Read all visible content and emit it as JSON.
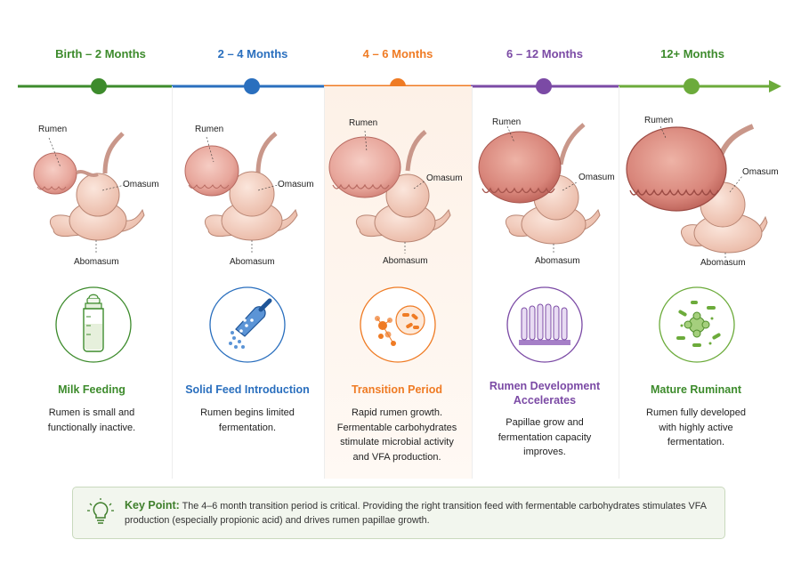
{
  "colors": {
    "green": "#3d8b2c",
    "blue": "#2a6fbe",
    "orange": "#ef7b24",
    "purple": "#7b4aa5",
    "lightgreen": "#6cab3b"
  },
  "stages": [
    {
      "period": "Birth – 2 Months",
      "labels": {
        "rumen": "Rumen",
        "omasum": "Omasum",
        "abomasum": "Abomasum"
      },
      "icon": "milk-bottle-icon",
      "title": "Milk Feeding",
      "desc": [
        "Rumen is small and",
        "functionally inactive."
      ]
    },
    {
      "period": "2 – 4 Months",
      "labels": {
        "rumen": "Rumen",
        "omasum": "Omasum",
        "abomasum": "Abomasum"
      },
      "icon": "feed-scoop-icon",
      "title": "Solid Feed Introduction",
      "desc": [
        "Rumen begins limited",
        "fermentation."
      ]
    },
    {
      "period": "4 – 6 Months",
      "labels": {
        "rumen": "Rumen",
        "omasum": "Omasum",
        "abomasum": "Abomasum"
      },
      "icon": "microbes-icon",
      "title": "Transition Period",
      "desc": [
        "Rapid rumen growth.",
        "Fermentable carbohydrates",
        "stimulate microbial activity",
        "and VFA production."
      ]
    },
    {
      "period": "6 – 12 Months",
      "labels": {
        "rumen": "Rumen",
        "omasum": "Omasum",
        "abomasum": "Abomasum"
      },
      "icon": "papillae-icon",
      "title": "Rumen Development Accelerates",
      "desc": [
        "Papillae grow and",
        "fermentation capacity",
        "improves."
      ]
    },
    {
      "period": "12+ Months",
      "labels": {
        "rumen": "Rumen",
        "omasum": "Omasum",
        "abomasum": "Abomasum"
      },
      "icon": "mature-microbes-icon",
      "title": "Mature Ruminant",
      "desc": [
        "Rumen fully developed",
        "with highly active",
        "fermentation."
      ]
    }
  ],
  "key_point": {
    "label": "Key Point:",
    "text": "The 4–6 month transition period is critical. Providing the right transition feed with fermentable carbohydrates stimulates VFA production (especially propionic acid) and drives rumen papillae growth.",
    "icon": "lightbulb-icon"
  }
}
